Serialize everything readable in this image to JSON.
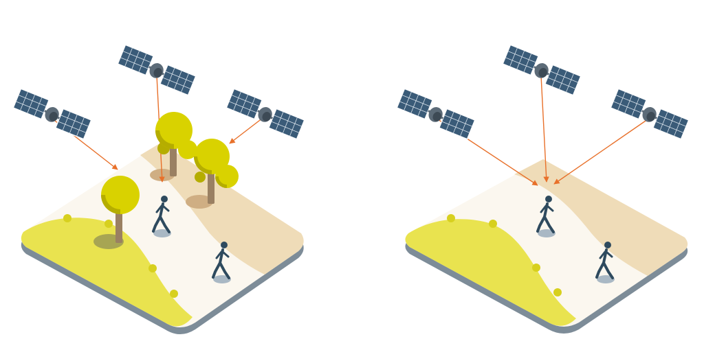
{
  "colors": {
    "background": "#ffffff",
    "tile_edge": "#7d8c98",
    "path_light": "#fbf7ef",
    "sand": "#efdcb8",
    "grass": "#e9e34f",
    "grass_dot": "#d7d01e",
    "tree_canopy": "#d9d200",
    "tree_canopy_shade": "#b5ad00",
    "tree_trunk": "#9a8062",
    "tree_shadow_on_grass": "#8a8a55",
    "tree_shadow_on_sand": "#cfae83",
    "panel": "#3a5b78",
    "panel_line": "#dde6ee",
    "satellite_body": "#5c6b78",
    "signal": "#e8702a",
    "hiker": "#2e4a5e",
    "hiker_shadow": "#a9b8c4"
  },
  "panels": [
    {
      "name": "obstructed-scene",
      "obstacle": "trees",
      "icons": [
        "satellite-icon",
        "satellite-icon",
        "satellite-icon",
        "tree-icon",
        "tree-icon",
        "tree-icon",
        "hiker-icon",
        "hiker-icon"
      ]
    },
    {
      "name": "open-sky-scene",
      "obstacle": "none",
      "icons": [
        "satellite-icon",
        "satellite-icon",
        "satellite-icon",
        "hiker-icon",
        "hiker-icon"
      ]
    }
  ]
}
